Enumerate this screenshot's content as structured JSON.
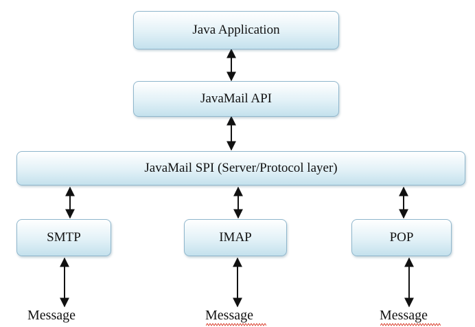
{
  "nodes": {
    "java_app": "Java Application",
    "javamail_api": "JavaMail API",
    "javamail_spi": "JavaMail SPI (Server/Protocol layer)",
    "smtp": "SMTP",
    "imap": "IMAP",
    "pop": "POP"
  },
  "messages": {
    "smtp": "Message",
    "imap": "Message",
    "pop": "Message"
  },
  "colors": {
    "box_border": "#8fb6cc",
    "box_fill_top": "#ffffff",
    "box_fill_bottom": "#c4e1ed",
    "arrow": "#111111",
    "spellcheck": "#d9402f"
  }
}
